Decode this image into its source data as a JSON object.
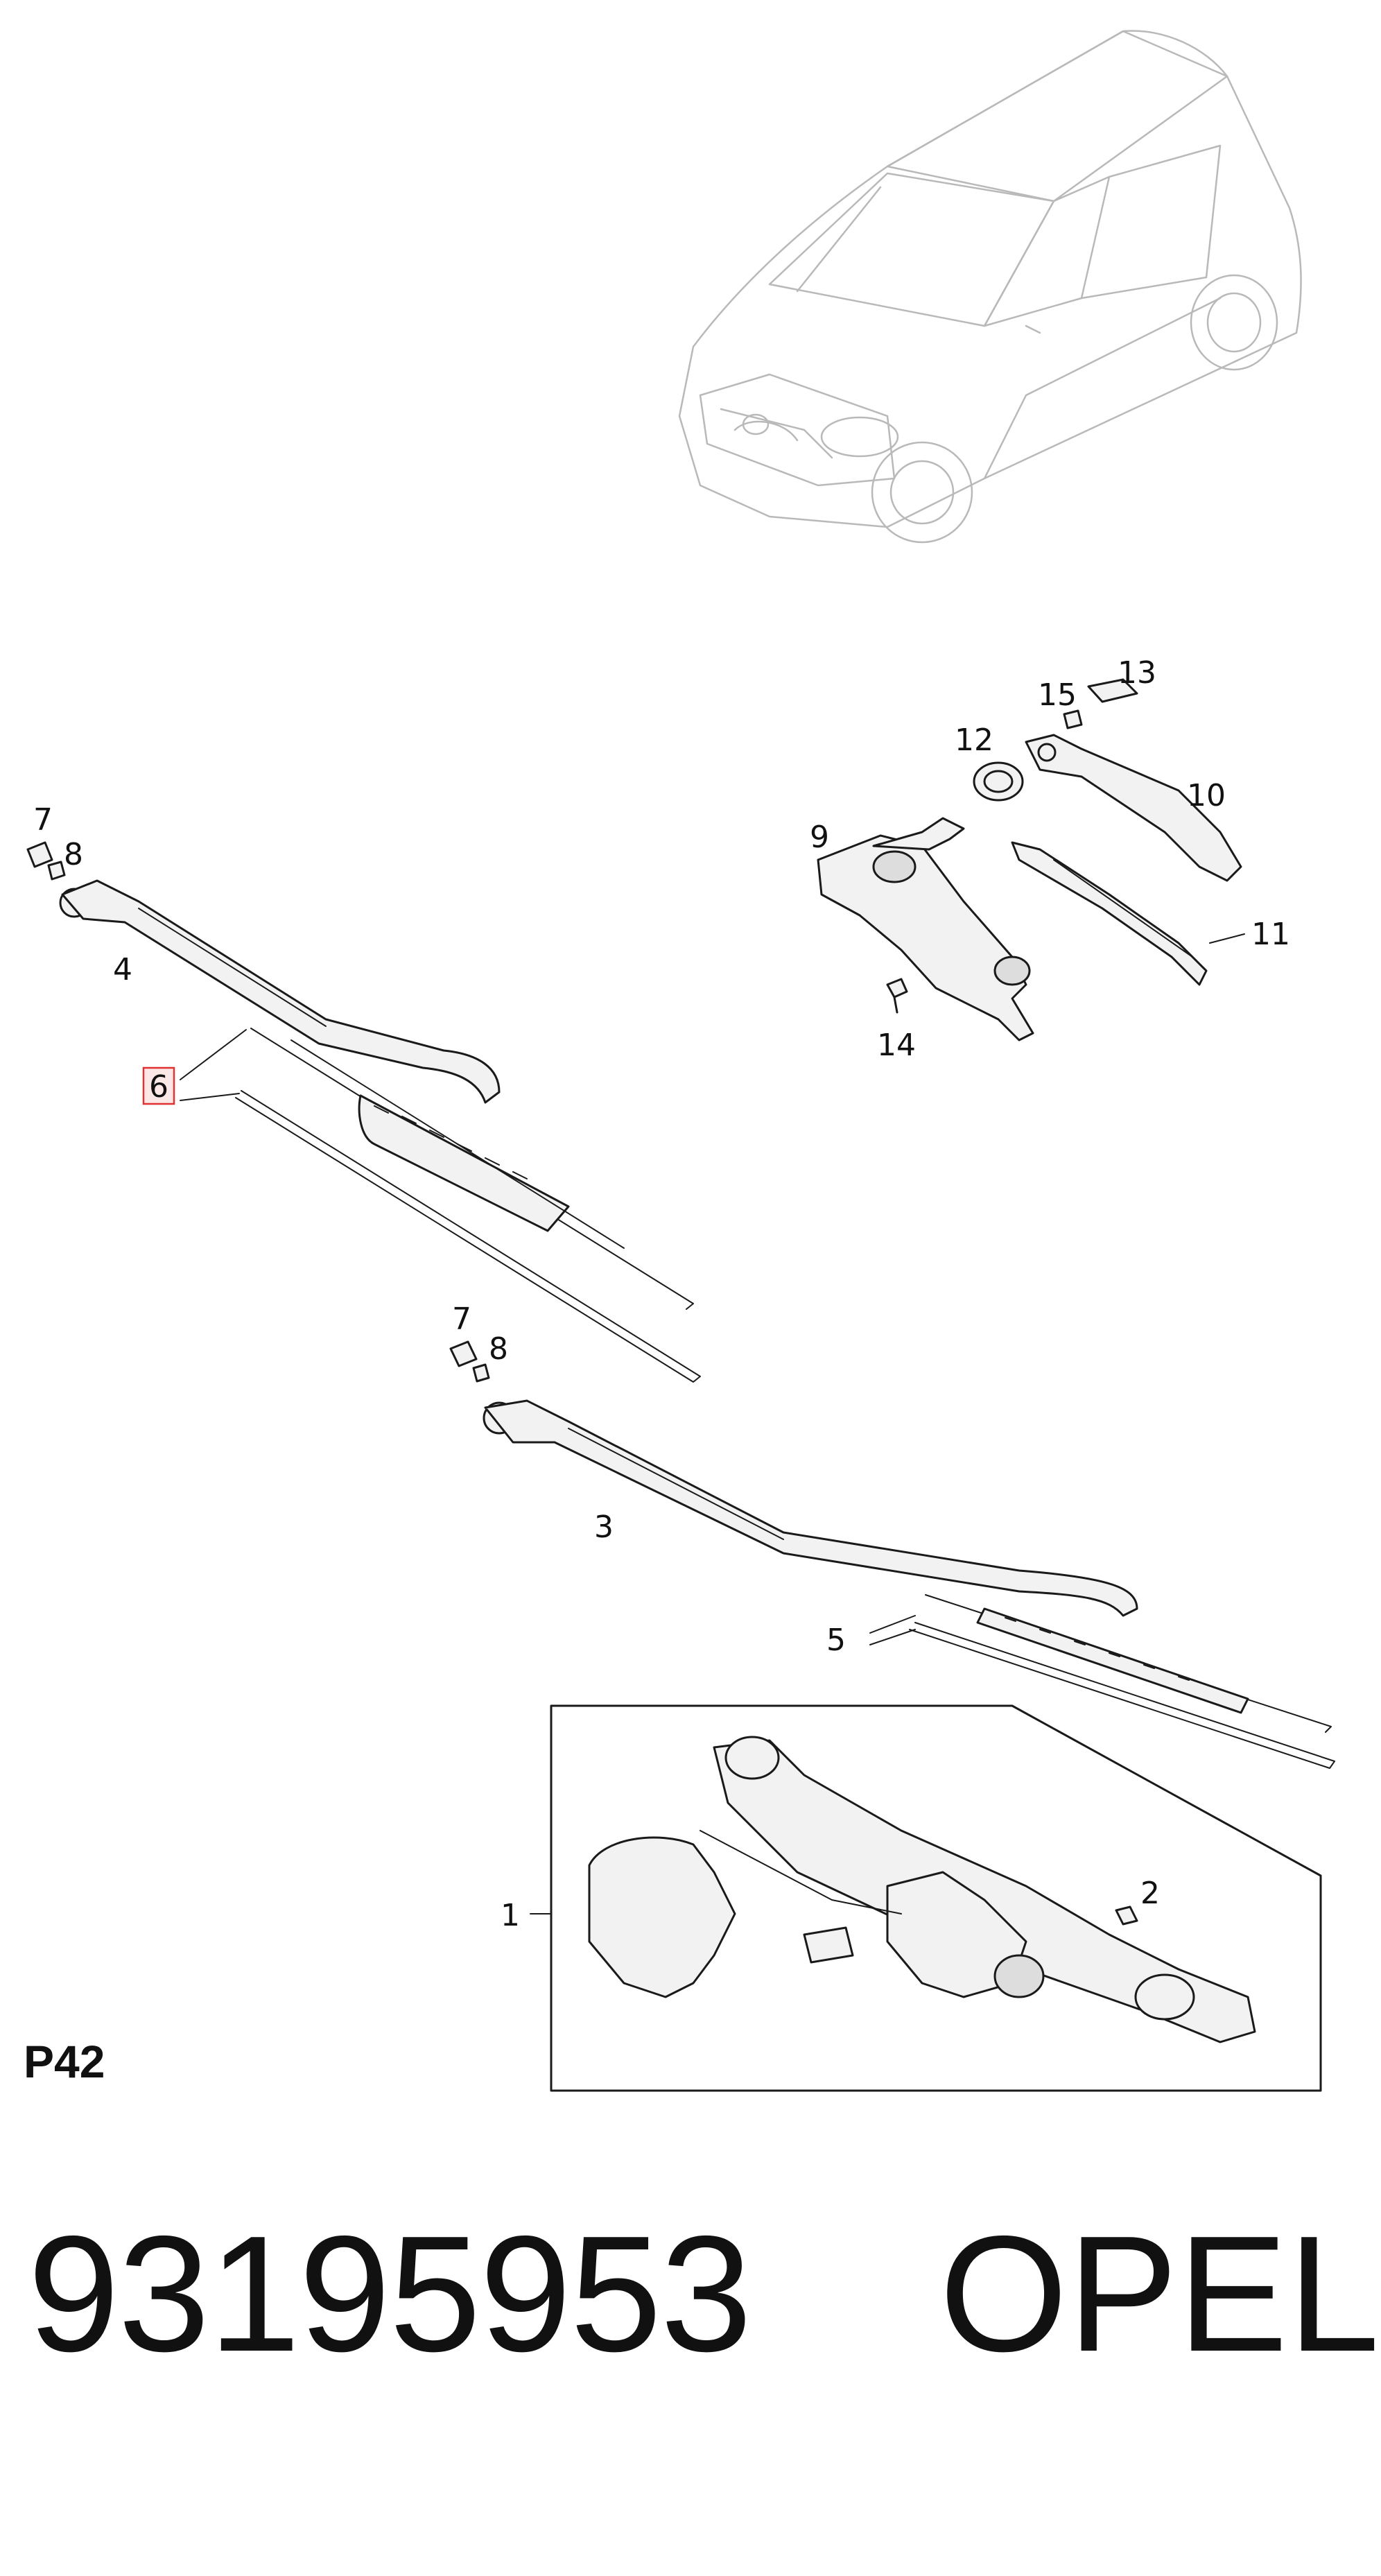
{
  "diagram": {
    "callouts": {
      "c1": "1",
      "c2": "2",
      "c3": "3",
      "c4": "4",
      "c5": "5",
      "c6": "6",
      "c7a": "7",
      "c8a": "8",
      "c7b": "7",
      "c8b": "8",
      "c9": "9",
      "c10": "10",
      "c11": "11",
      "c12": "12",
      "c13": "13",
      "c14": "14",
      "c15": "15"
    },
    "highlighted_callout": "6",
    "highlight_color": "#e03030"
  },
  "page_code": "P42",
  "part_number": "93195953",
  "brand": "OPEL"
}
